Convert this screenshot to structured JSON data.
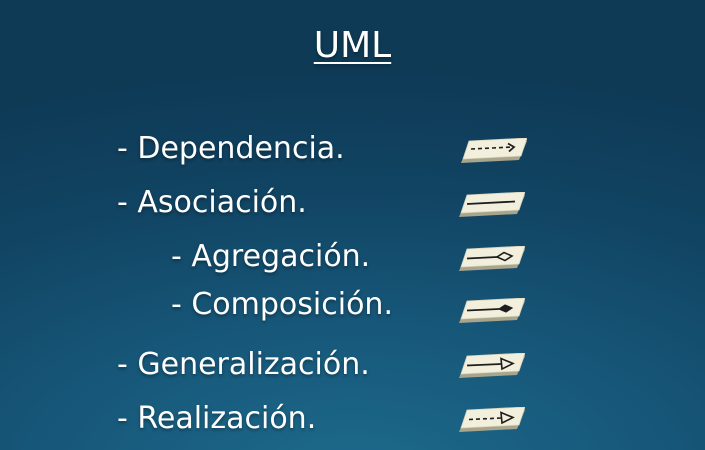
{
  "slide": {
    "title": "UML",
    "items": [
      {
        "label": "- Dependencia.",
        "symbol": "dependency-arrow-icon"
      },
      {
        "label": "- Asociación.",
        "symbol": "association-line-icon"
      },
      {
        "label": "- Agregación.",
        "symbol": "aggregation-diamond-icon"
      },
      {
        "label": "- Composición.",
        "symbol": "composition-diamond-icon"
      },
      {
        "label": "- Generalización.",
        "symbol": "generalization-triangle-icon"
      },
      {
        "label": "- Realización.",
        "symbol": "realization-triangle-icon"
      }
    ]
  },
  "colors": {
    "background_dark": "#0e3a56",
    "background_light": "#1d6a8c",
    "text": "#ffffff",
    "key_face": "#f2efdc",
    "key_edge": "#a9a58c",
    "symbol_stroke": "#1e1e1e"
  }
}
